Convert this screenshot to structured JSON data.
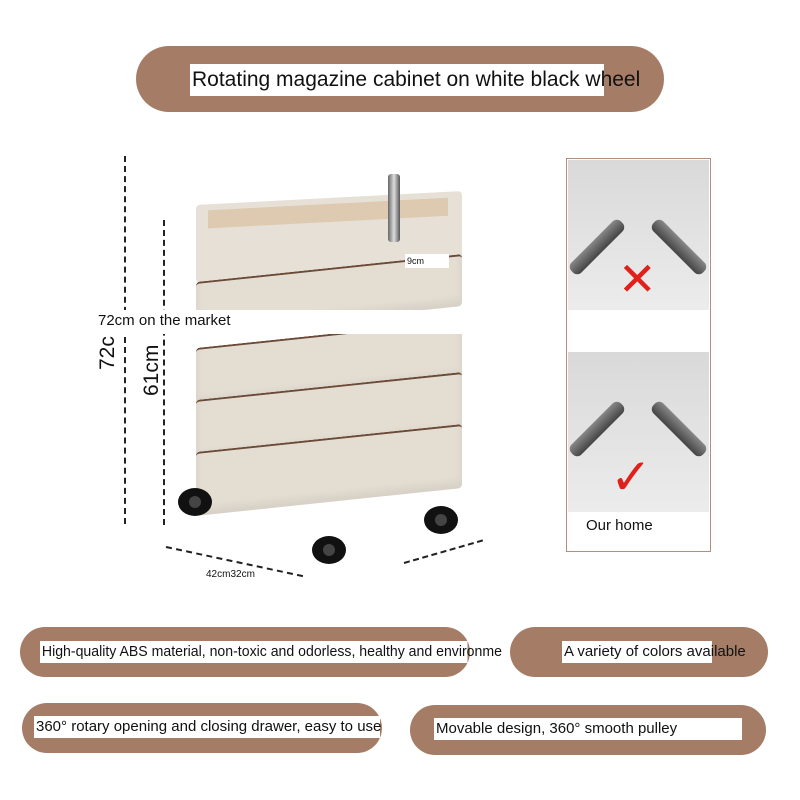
{
  "title": "Rotating magazine cabinet on white black wheel",
  "product": {
    "label_market": "72cm on the market",
    "dim_total": "72c",
    "dim_body": "61cm",
    "dim_handle": "9cm",
    "dim_base": "42cm32cm"
  },
  "comparison": {
    "bad_mark": "✕",
    "good_mark": "✓",
    "good_label": "Our home"
  },
  "features": [
    "High-quality ABS material, non-toxic and odorless, healthy and environme",
    "A variety of colors available",
    "360° rotary opening and closing drawer, easy to use",
    "Movable design, 360° smooth pulley"
  ],
  "colors": {
    "pill": "#a57c66",
    "cabinet": "#e3ddd2",
    "bad": "#e0201a",
    "good": "#e0201a"
  }
}
